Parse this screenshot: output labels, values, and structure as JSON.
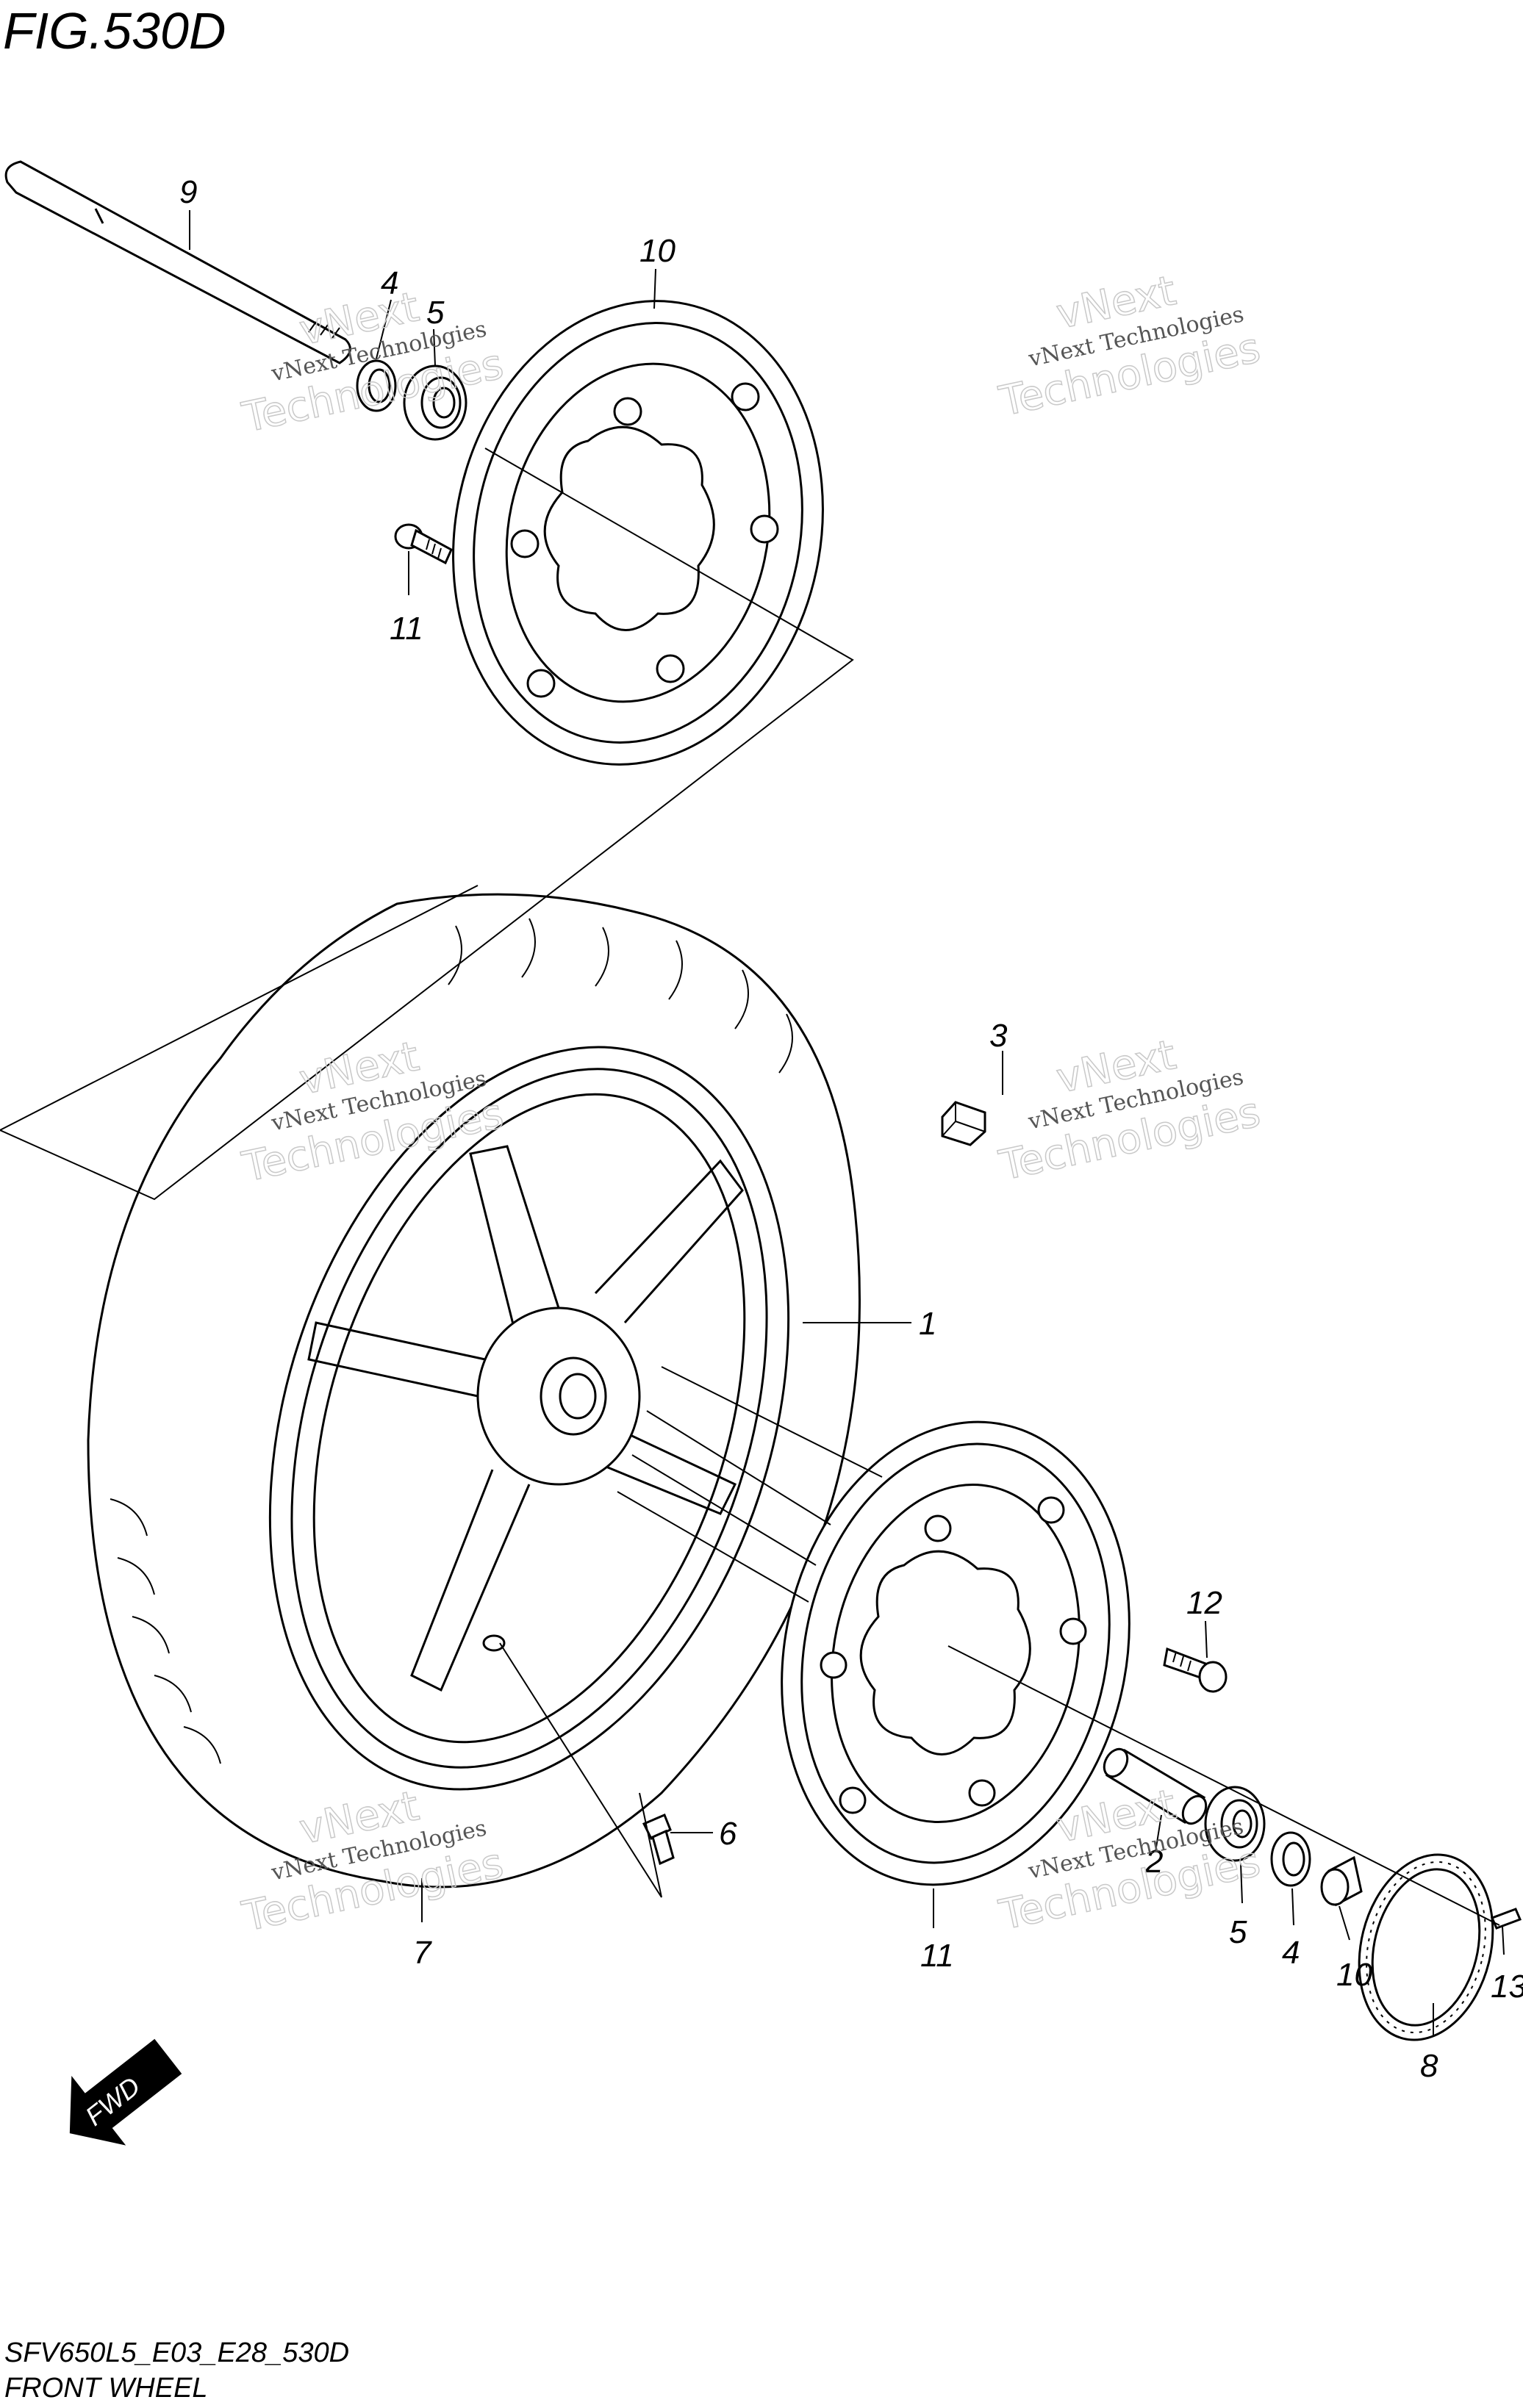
{
  "figure": {
    "title": "FIG.530D",
    "code": "SFV650L5_E03_E28_530D",
    "name": "FRONT WHEEL"
  },
  "direction_badge": "FWD",
  "watermark": {
    "line1": "vNext Technologies",
    "line2": "vNext",
    "line3": "Technologies"
  },
  "callouts": [
    {
      "id": "c1",
      "number": "1"
    },
    {
      "id": "c2",
      "number": "2"
    },
    {
      "id": "c3",
      "number": "3"
    },
    {
      "id": "c4a",
      "number": "4"
    },
    {
      "id": "c4b",
      "number": "4"
    },
    {
      "id": "c5a",
      "number": "5"
    },
    {
      "id": "c5b",
      "number": "5"
    },
    {
      "id": "c6",
      "number": "6"
    },
    {
      "id": "c7",
      "number": "7"
    },
    {
      "id": "c8",
      "number": "8"
    },
    {
      "id": "c9",
      "number": "9"
    },
    {
      "id": "c10a",
      "number": "10"
    },
    {
      "id": "c10b",
      "number": "10"
    },
    {
      "id": "c11a",
      "number": "11"
    },
    {
      "id": "c11b",
      "number": "11"
    },
    {
      "id": "c12",
      "number": "12"
    },
    {
      "id": "c13",
      "number": "13"
    }
  ]
}
